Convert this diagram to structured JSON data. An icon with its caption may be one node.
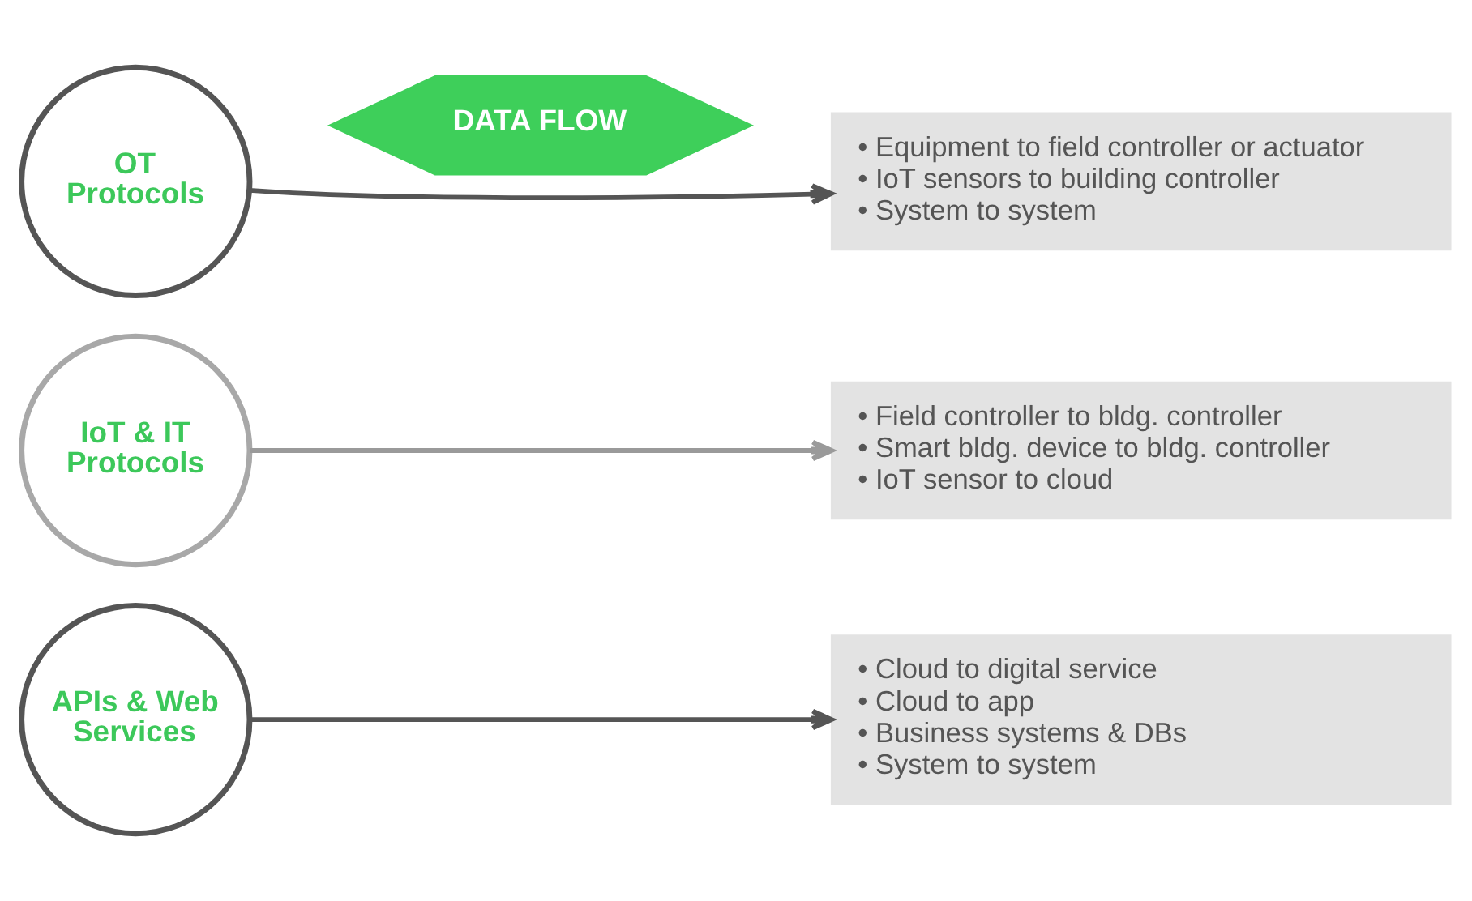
{
  "diagram": {
    "nodes": [
      {
        "text": [
          "APIs & Web Services"
        ]
      },
      {
        "text": [
          "IoT & IT Protocols"
        ]
      },
      {
        "text": [
          "OT Protocols"
        ]
      },
      {
        "text": [
          "DATA FLOW"
        ]
      },
      {
        "text": [
          "• Cloud to digital service",
          "• Cloud to app",
          "• Business systems & DBs",
          "• System to system"
        ]
      },
      {
        "text": [
          "• Field controller to bldg. controller",
          "• Smart bldg. device to bldg. controller",
          "• IoT sensor to cloud"
        ]
      },
      {
        "text": [
          "• Equipment to field controller or actuator",
          "• IoT sensors to building controller",
          "• System to system"
        ]
      }
    ],
    "edges": [
      {
        "from": 0,
        "to": 4,
        "arrow": "to"
      },
      {
        "from": 1,
        "to": 5,
        "arrow": "to",
        "color": "#9a9a9a"
      },
      {
        "from": 2,
        "to": 6,
        "arrow": "to"
      }
    ]
  }
}
